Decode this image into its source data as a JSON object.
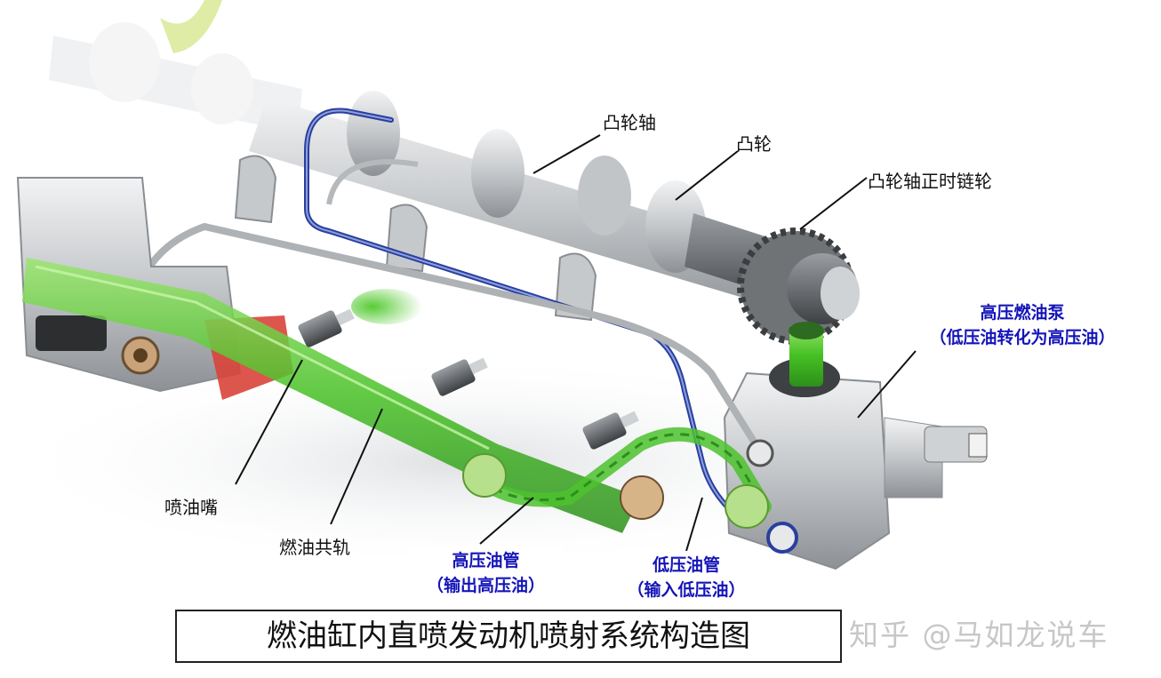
{
  "labels": {
    "camshaft": "凸轮轴",
    "cam": "凸轮",
    "camshaft_sprocket": "凸轮轴正时链轮",
    "high_pressure_pump": {
      "title": "高压燃油泵",
      "note": "（低压油转化为高压油）"
    },
    "injector": "喷油嘴",
    "fuel_rail": "燃油共轨",
    "high_pressure_line": {
      "title": "高压油管",
      "note": "（输出高压油）"
    },
    "low_pressure_line": {
      "title": "低压油管",
      "note": "（输入低压油）"
    }
  },
  "caption": "燃油缸内直喷发动机喷射系统构造图",
  "watermark": "知乎 @马如龙说车",
  "colors": {
    "fuel_green": "#4cc22e",
    "line_blue": "#2a3f9e",
    "label_blue": "#1414b8",
    "metal_gray": "#b8bcc0"
  }
}
